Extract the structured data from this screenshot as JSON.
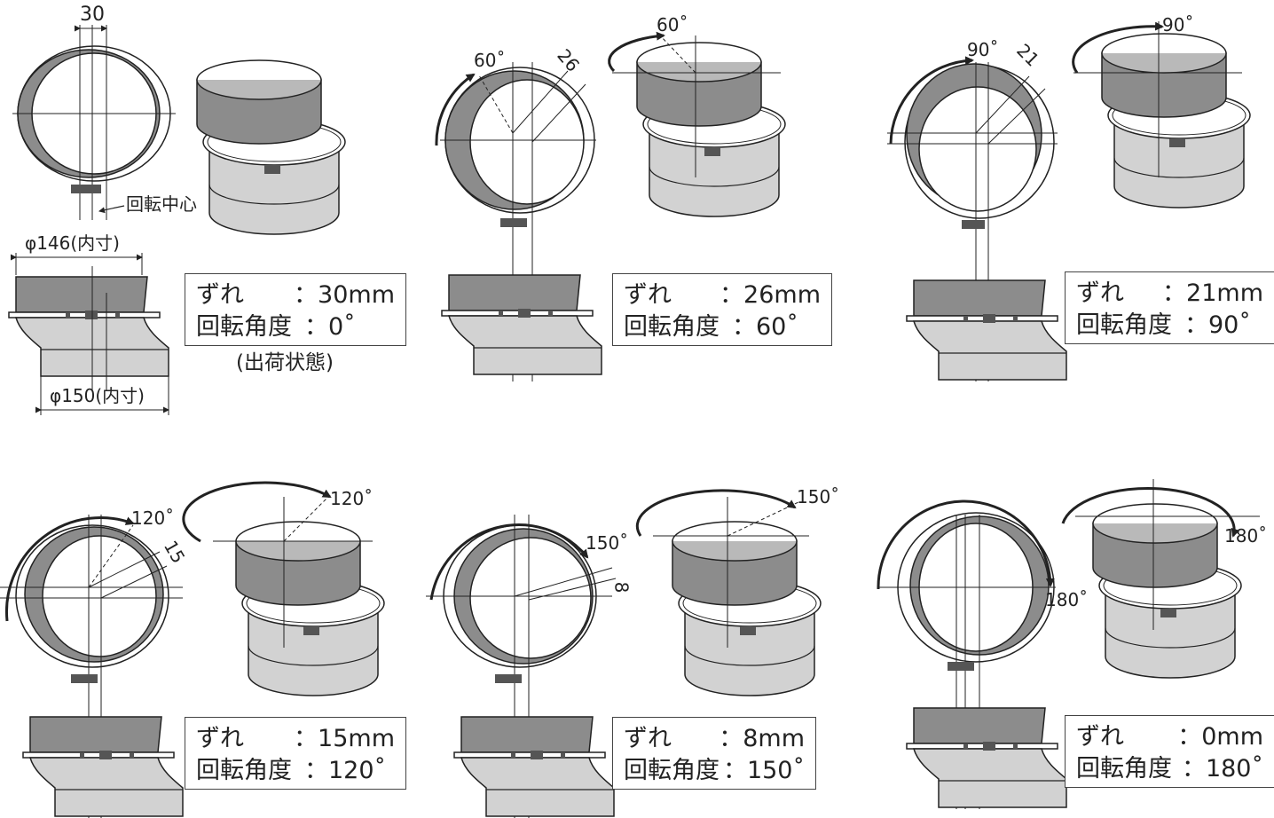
{
  "panels": [
    {
      "id": "p0",
      "zure_label": "ずれ",
      "zure_value": "：30mm",
      "kakudo_label": "回転角度",
      "kakudo_value": "：0˚",
      "note": "(出荷状態)",
      "offset_dim": "30",
      "angle_label": ""
    },
    {
      "id": "p60",
      "zure_label": "ずれ",
      "zure_value": "：26mm",
      "kakudo_label": "回転角度",
      "kakudo_value": "：60˚",
      "offset_dim": "26",
      "angle_label": "60˚"
    },
    {
      "id": "p90",
      "zure_label": "ずれ",
      "zure_value": "：21mm",
      "kakudo_label": "回転角度",
      "kakudo_value": "：90˚",
      "offset_dim": "21",
      "angle_label": "90˚"
    },
    {
      "id": "p120",
      "zure_label": "ずれ",
      "zure_value": "：15mm",
      "kakudo_label": "回転角度",
      "kakudo_value": "：120˚",
      "offset_dim": "15",
      "angle_label": "120˚"
    },
    {
      "id": "p150",
      "zure_label": "ずれ",
      "zure_value": "：8mm",
      "kakudo_label": "回転角度",
      "kakudo_value": "：150˚",
      "offset_dim": "8",
      "angle_label": "150˚"
    },
    {
      "id": "p180",
      "zure_label": "ずれ",
      "zure_value": "：0mm",
      "kakudo_label": "回転角度",
      "kakudo_value": "：180˚",
      "offset_dim": "",
      "angle_label": "180˚"
    }
  ],
  "annotations": {
    "rotation_center": "回転中心",
    "inner_146": "φ146(内寸)",
    "inner_150": "φ150(内寸)"
  },
  "colors": {
    "dark_gray": "#8c8c8c",
    "light_gray": "#d2d2d2",
    "line": "#222222"
  }
}
